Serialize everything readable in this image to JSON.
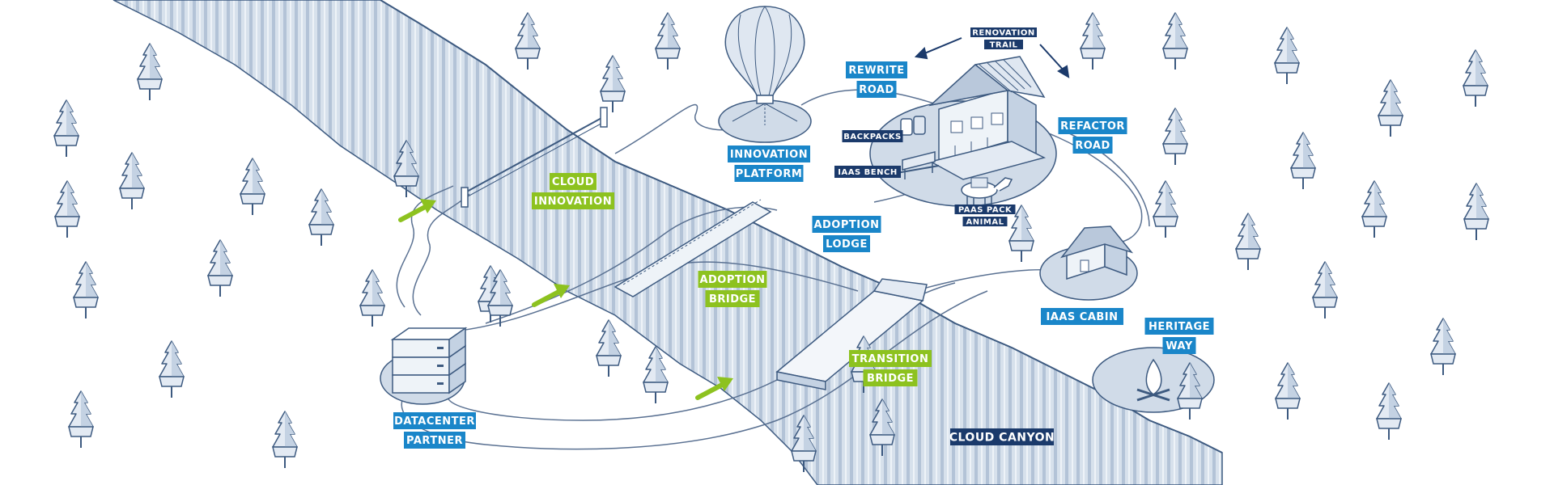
{
  "colors": {
    "label_blue": "#1a86c9",
    "label_green": "#8dc21f",
    "label_navy": "#1b3a6b",
    "canyon": "#cfd9e6",
    "canyon_shadow": "#9fb2c9",
    "outline": "#3d5a80",
    "tree_fill": "#e3eaf3",
    "path_line": "#5a7192"
  },
  "labels": {
    "renovation_trail": [
      "RENOVATION",
      "TRAIL"
    ],
    "rewrite_road": [
      "REWRITE",
      "ROAD"
    ],
    "innovation_platform": [
      "INNOVATION",
      "PLATFORM"
    ],
    "cloud_innovation": [
      "CLOUD",
      "INNOVATION"
    ],
    "backpacks": "BACKPACKS",
    "iaas_bench": "IAAS BENCH",
    "refactor_road": [
      "REFACTOR",
      "ROAD"
    ],
    "paas_pack_animal": [
      "PAAS PACK",
      "ANIMAL"
    ],
    "adoption_lodge": [
      "ADOPTION",
      "LODGE"
    ],
    "adoption_bridge": [
      "ADOPTION",
      "BRIDGE"
    ],
    "iaas_cabin": "IAAS CABIN",
    "heritage_way": [
      "HERITAGE",
      "WAY"
    ],
    "transition_bridge": [
      "TRANSITION",
      "BRIDGE"
    ],
    "datacenter_partner": [
      "DATACENTER",
      "PARTNER"
    ],
    "cloud_canyon": "CLOUD CANYON"
  },
  "icons": [
    "tree-icon",
    "hot-air-balloon-icon",
    "lodge-icon",
    "cabin-icon",
    "campfire-icon",
    "server-stack-icon",
    "pack-animal-icon",
    "bench-icon",
    "backpacks-icon",
    "arrow-icon"
  ]
}
